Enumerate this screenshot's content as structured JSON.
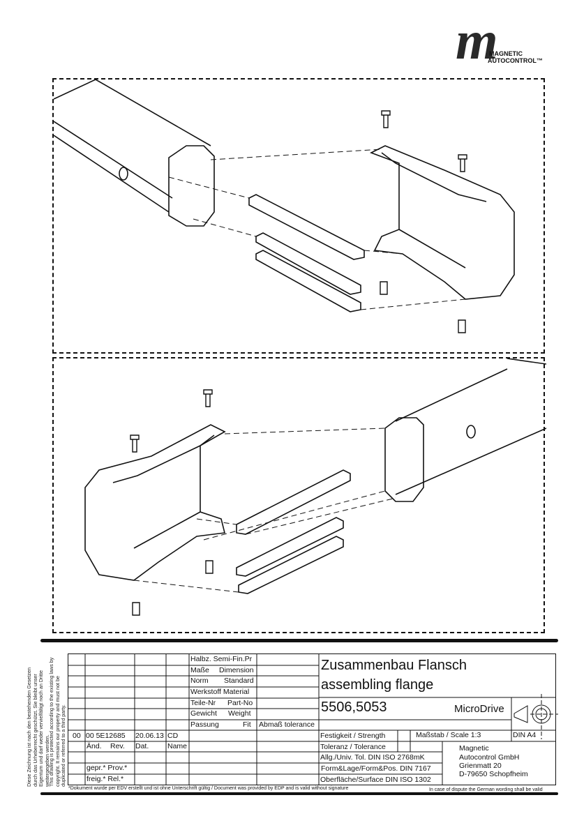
{
  "logo": {
    "letter": "m",
    "line1": "MAGNETIC",
    "line2": "AUTOCONTROL™"
  },
  "copyright_de": "Diese Zeichnung ist nach den bestehenden Gesetzen durch das Urheberrecht geschützt. Sie bleibt unser Eigentum und darf weder vervielfältigt noch an Dritte weitergegeben werden.",
  "copyright_en": "This drawing is protected according to the existing laws by copyright. It remains our property and must not be duplicated or referred to a third party.",
  "title_block": {
    "labels": {
      "semi_fin": "Halbz. Semi-Fin.Pr",
      "dimension_de": "Maße",
      "dimension_en": "Dimension",
      "standard_de": "Norm",
      "standard_en": "Standard",
      "material": "Werkstoff  Material",
      "part_de": "Teile-Nr",
      "part_en": "Part-No",
      "weight_de": "Gewicht",
      "weight_en": "Weight",
      "fit_de": "Passung",
      "fit_en": "Fit",
      "tolerance": "Abmaß tolerance"
    },
    "revision": {
      "index": "00",
      "change": "00 5E12685",
      "date": "20.06.13",
      "name": "CD"
    },
    "rev_headers": {
      "change_de": "Änd.",
      "change_en": "Rev.",
      "date": "Dat.",
      "name": "Name"
    },
    "approval": {
      "checked": "gepr.*  Prov.*",
      "released": "freig.*  Rel.*"
    },
    "title_de": "Zusammenbau Flansch",
    "title_en": "assembling flange",
    "part_number": "5506,5053",
    "product": "MicroDrive",
    "strength": "Festigkeit / Strength",
    "scale": "Maßstab / Scale 1:3",
    "format": "DIN A4",
    "tolerance": "Toleranz / Tolerance",
    "general_tol": "Allg./Univ. Tol. DIN ISO 2768mK",
    "form_pos": "Form&Lage/Form&Pos. DIN 7167",
    "surface": "Oberfläche/Surface DIN ISO 1302",
    "company": [
      "Magnetic",
      "Autocontrol GmbH",
      "Grienmatt 20",
      "D-79650 Schopfheim"
    ],
    "footnote": "*Dokument wurde per EDV erstellt und ist ohne Unterschrift gültig / Document was provided by EDP and is valid without signature",
    "dispute": "In case of dispute the German wording shall be valid"
  }
}
